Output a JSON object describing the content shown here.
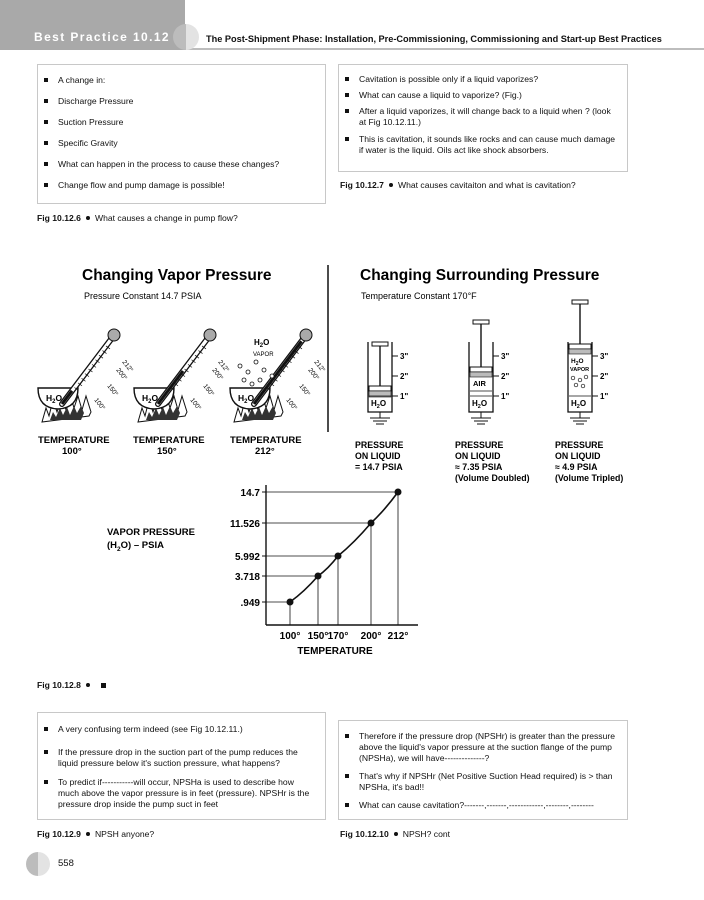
{
  "header": {
    "tab_label": "Best Practice 10.12",
    "title": "The Post-Shipment Phase: Installation, Pre-Commissioning, Commissioning and Start-up Best Practices"
  },
  "fig1": {
    "bullets": [
      "A change in:",
      "Discharge Pressure",
      "Suction Pressure",
      "Specific Gravity",
      "What can happen in the process to cause these changes?",
      "Change flow and pump damage is possible!"
    ],
    "caption_num": "Fig 10.12.6",
    "caption_text": "What causes a change in pump flow?"
  },
  "fig2": {
    "bullets": [
      "Cavitation is possible only if a liquid vaporizes?",
      "What can cause a liquid to vaporize? (Fig.)",
      "After a liquid vaporizes, it will change back to a liquid when ? (look at Fig 10.12.11.)",
      "This is cavitation, it sounds like rocks and can cause much damage if water is the liquid. Oils act like shock absorbers."
    ],
    "caption_num": "Fig 10.12.7",
    "caption_text": "What causes cavitaiton and what is cavitation?"
  },
  "diagram": {
    "left_title": "Changing Vapor Pressure",
    "left_subtitle": "Pressure Constant 14.7 PSIA",
    "right_title": "Changing Surrounding Pressure",
    "right_subtitle": "Temperature Constant 170°F",
    "thermo_marks": [
      "212°",
      "200°",
      "150°",
      "100°"
    ],
    "pot_label_h": "H",
    "pot_label_2": "2",
    "pot_label_o": "O",
    "vapor_label": "VAPOR",
    "temps": [
      {
        "label": "TEMPERATURE",
        "value": "100°"
      },
      {
        "label": "TEMPERATURE",
        "value": "150°"
      },
      {
        "label": "TEMPERATURE",
        "value": "212°"
      }
    ],
    "cyl_marks": [
      "3\"",
      "2\"",
      "1\""
    ],
    "air_label": "AIR",
    "pressures": [
      {
        "l1": "PRESSURE",
        "l2": "ON LIQUID",
        "l3": "= 14.7 PSIA",
        "l4": ""
      },
      {
        "l1": "PRESSURE",
        "l2": "ON LIQUID",
        "l3": "≈ 7.35 PSIA",
        "l4": "(Volume Doubled)"
      },
      {
        "l1": "PRESSURE",
        "l2": "ON LIQUID",
        "l3": "≈ 4.9 PSIA",
        "l4": "(Volume Tripled)"
      }
    ],
    "graph_ylabel_1": "VAPOR PRESSURE",
    "graph_ylabel_2": "(H",
    "graph_ylabel_2b": "2",
    "graph_ylabel_2c": "O) – PSIA",
    "caption_num": "Fig 10.12.8"
  },
  "chart_data": {
    "type": "line",
    "title": "",
    "xlabel": "TEMPERATURE",
    "ylabel": "VAPOR PRESSURE (H2O) – PSIA",
    "x": [
      100,
      150,
      170,
      200,
      212
    ],
    "x_tick_labels": [
      "100°",
      "150°",
      "170°",
      "200°",
      "212°"
    ],
    "y": [
      0.949,
      3.718,
      5.992,
      11.526,
      14.7
    ],
    "y_tick_labels": [
      ".949",
      "3.718",
      "5.992",
      "11.526",
      "14.7"
    ],
    "grid": false,
    "legend": "none"
  },
  "fig3": {
    "bullets": [
      "A very confusing term indeed (see Fig 10.12.11.)",
      "If the pressure drop in the suction part of the pump reduces the liquid pressure below it's suction pressure, what happens?",
      "To predict if-----------will occur, NPSHa is used to describe how much above the vapor pressure is in feet (pressure). NPSHr is the pressure drop inside the pump suct in feet"
    ],
    "caption_num": "Fig 10.12.9",
    "caption_text": "NPSH anyone?"
  },
  "fig4": {
    "bullets": [
      "Therefore if the pressure drop (NPSHr) is greater than the pressure above the liquid's vapor pressure at the suction flange of the pump (NPSHa), we will have--------------?",
      "That's why if NPSHr (Net Positive Suction Head required) is > than NPSHa, it's bad!!",
      "What can cause cavitation?-------,-------,------------,--------,--------"
    ],
    "caption_num": "Fig 10.12.10",
    "caption_text": "NPSH? cont"
  },
  "footer": {
    "page_number": "558"
  }
}
